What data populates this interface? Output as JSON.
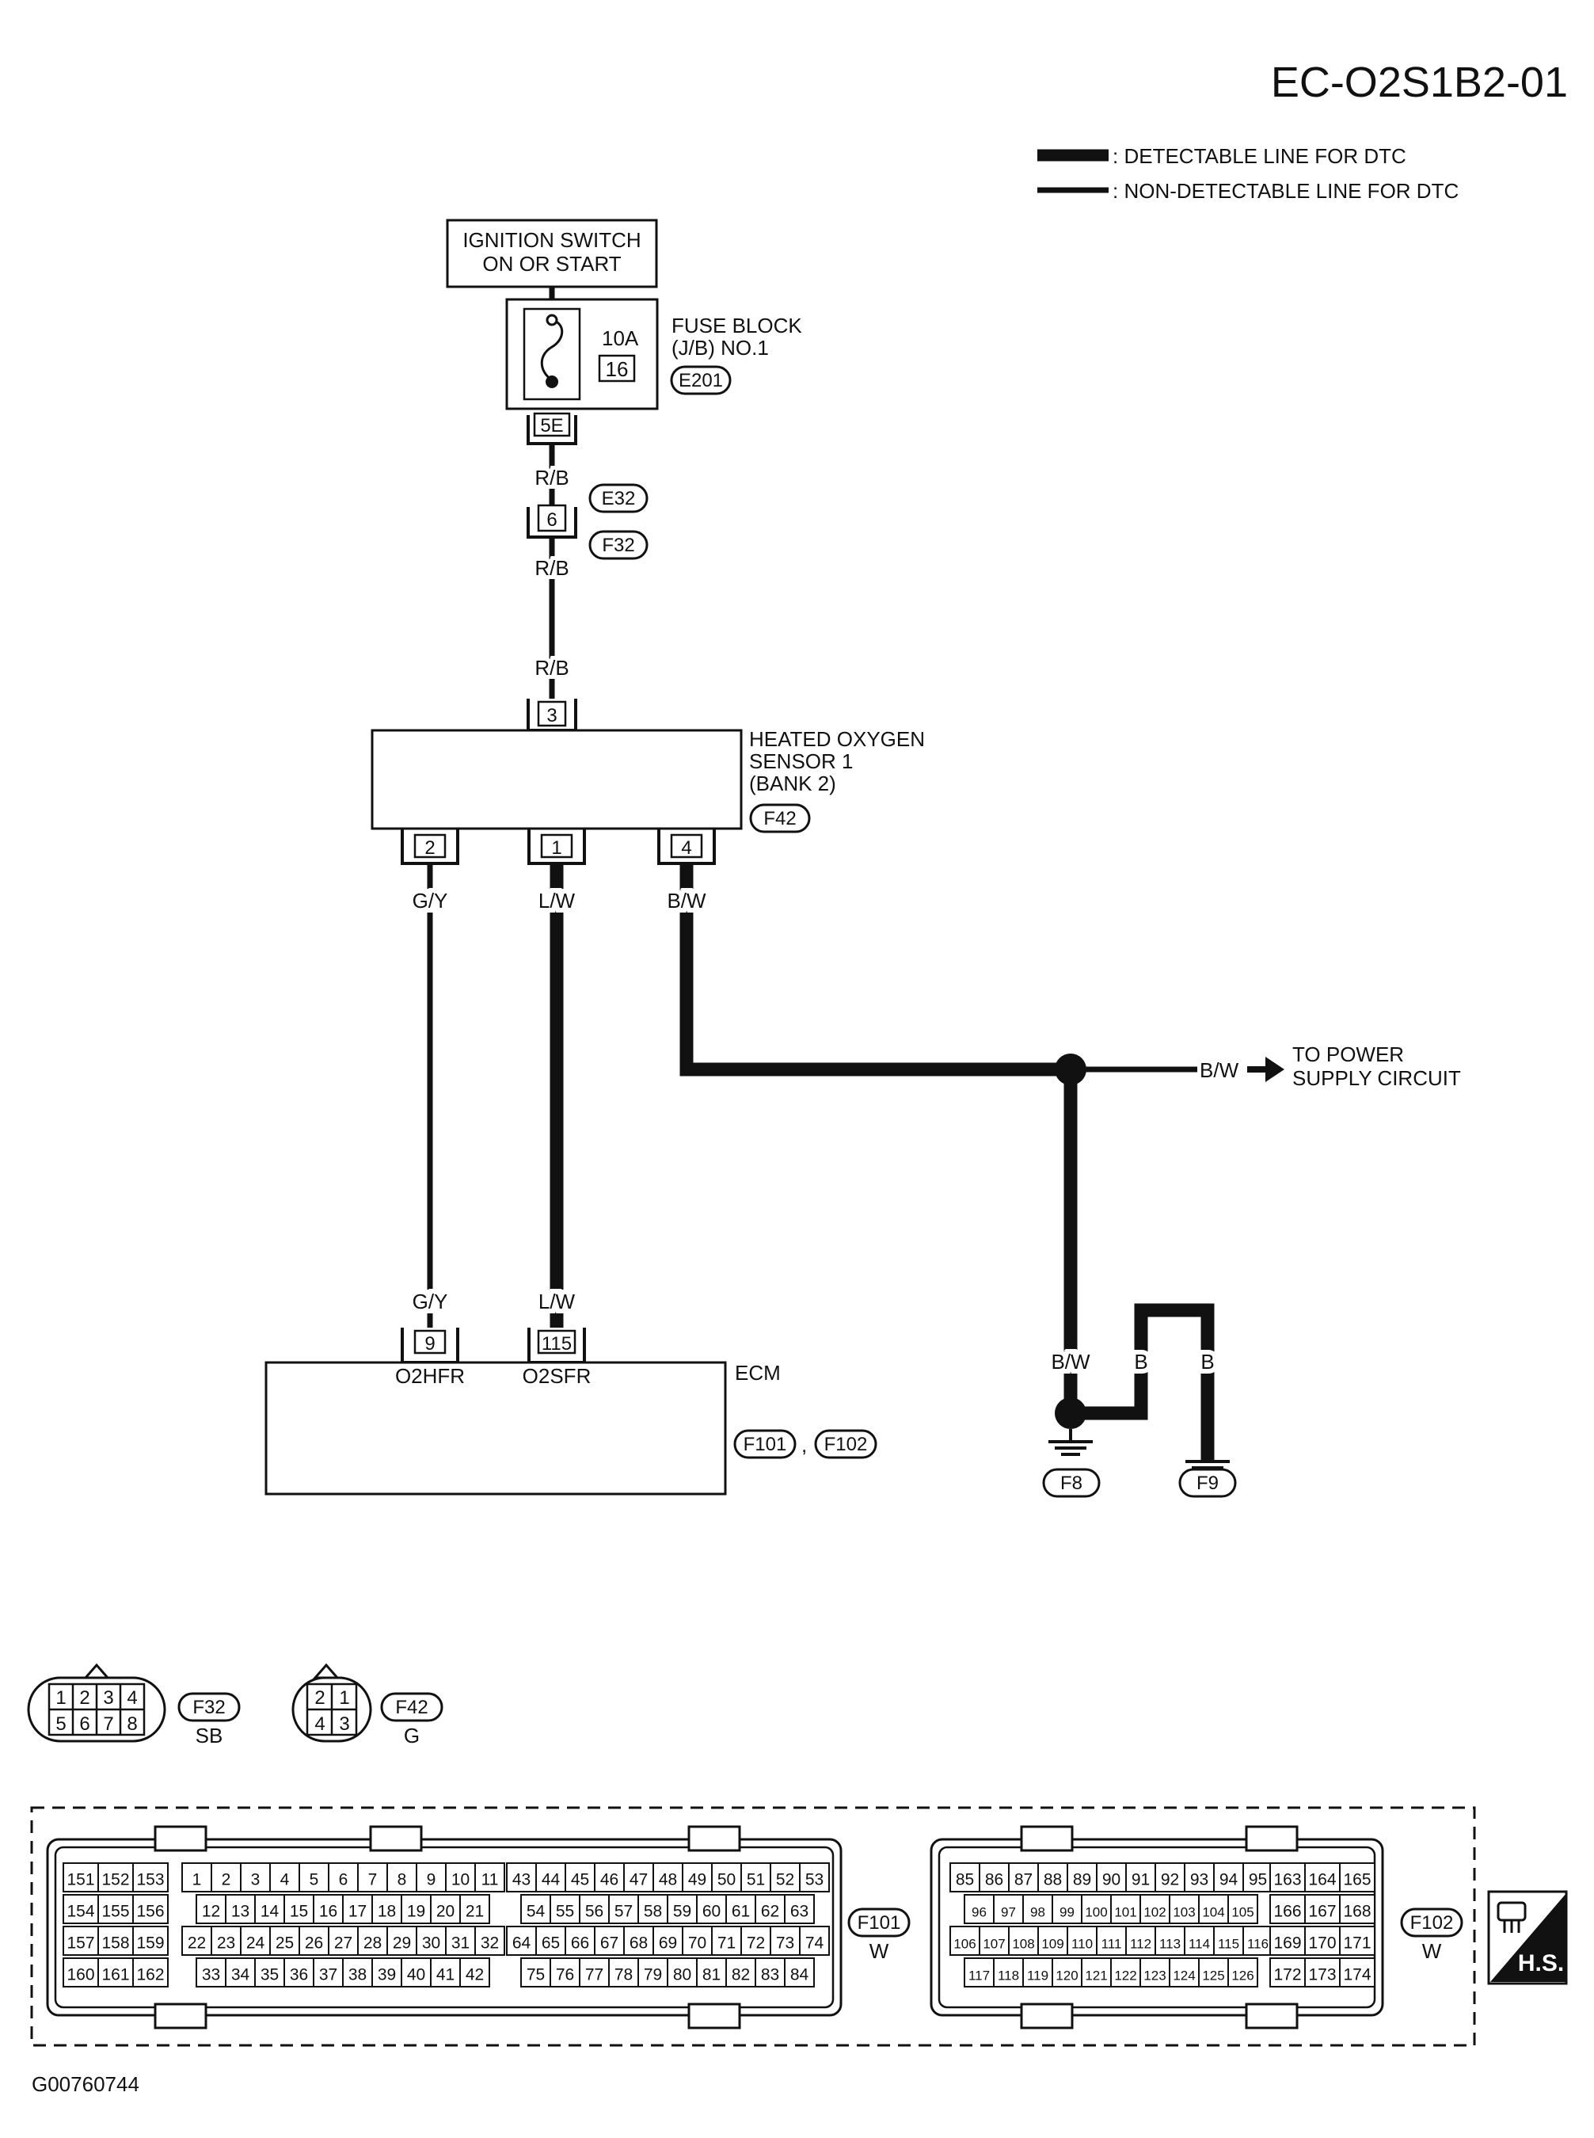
{
  "page_title": "EC-O2S1B2-01",
  "legend": {
    "detectable": ": DETECTABLE LINE FOR DTC",
    "non_detectable": ": NON-DETECTABLE LINE FOR DTC"
  },
  "ignition": {
    "line1": "IGNITION SWITCH",
    "line2": "ON OR START"
  },
  "fuse_block": {
    "line1": "FUSE BLOCK",
    "line2": "(J/B) NO.1",
    "connector": "E201",
    "amp": "10A",
    "fuse_no": "16",
    "terminal": "5E"
  },
  "wire_rb": "R/B",
  "joint": {
    "pin": "6",
    "conn_upper": "E32",
    "conn_lower": "F32"
  },
  "sensor": {
    "line1": "HEATED OXYGEN",
    "line2": "SENSOR 1",
    "line3": "(BANK 2)",
    "connector": "F42",
    "pin_top": "3",
    "pin_heater": "2",
    "pin_signal": "1",
    "pin_ground": "4"
  },
  "wires": {
    "gy": "G/Y",
    "lw": "L/W",
    "bw": "B/W",
    "b": "B"
  },
  "power_supply": {
    "line1": "TO POWER",
    "line2": "SUPPLY CIRCUIT"
  },
  "ecm": {
    "label": "ECM",
    "connectors": [
      "F101",
      "F102"
    ],
    "sep": ",",
    "pin_heater": "9",
    "pin_heater_name": "O2HFR",
    "pin_signal": "115",
    "pin_signal_name": "O2SFR"
  },
  "grounds": [
    "F8",
    "F9"
  ],
  "conn_f32": {
    "id": "F32",
    "color": "SB",
    "top": [
      "1",
      "2",
      "3",
      "4"
    ],
    "bottom": [
      "5",
      "6",
      "7",
      "8"
    ]
  },
  "conn_f42": {
    "id": "F42",
    "color": "G",
    "top": [
      "2",
      "1"
    ],
    "bottom": [
      "4",
      "3"
    ]
  },
  "conn_f101": {
    "id": "F101",
    "color": "W",
    "left_block": [
      [
        "151",
        "152",
        "153"
      ],
      [
        "154",
        "155",
        "156"
      ],
      [
        "157",
        "158",
        "159"
      ],
      [
        "160",
        "161",
        "162"
      ]
    ],
    "row1a": [
      "1",
      "2",
      "3",
      "4",
      "5",
      "6",
      "7",
      "8",
      "9",
      "10",
      "11"
    ],
    "row2a": [
      "12",
      "13",
      "14",
      "15",
      "16",
      "17",
      "18",
      "19",
      "20",
      "21"
    ],
    "row3a": [
      "22",
      "23",
      "24",
      "25",
      "26",
      "27",
      "28",
      "29",
      "30",
      "31",
      "32"
    ],
    "row4a": [
      "33",
      "34",
      "35",
      "36",
      "37",
      "38",
      "39",
      "40",
      "41",
      "42"
    ],
    "row1b": [
      "43",
      "44",
      "45",
      "46",
      "47",
      "48",
      "49",
      "50",
      "51",
      "52",
      "53"
    ],
    "row2b": [
      "54",
      "55",
      "56",
      "57",
      "58",
      "59",
      "60",
      "61",
      "62",
      "63"
    ],
    "row3b": [
      "64",
      "65",
      "66",
      "67",
      "68",
      "69",
      "70",
      "71",
      "72",
      "73",
      "74"
    ],
    "row4b": [
      "75",
      "76",
      "77",
      "78",
      "79",
      "80",
      "81",
      "82",
      "83",
      "84"
    ]
  },
  "conn_f102": {
    "id": "F102",
    "color": "W",
    "row1": [
      "85",
      "86",
      "87",
      "88",
      "89",
      "90",
      "91",
      "92",
      "93",
      "94",
      "95"
    ],
    "row2": [
      "96",
      "97",
      "98",
      "99",
      "100",
      "101",
      "102",
      "103",
      "104",
      "105"
    ],
    "row3": [
      "106",
      "107",
      "108",
      "109",
      "110",
      "111",
      "112",
      "113",
      "114",
      "115",
      "116"
    ],
    "row4": [
      "117",
      "118",
      "119",
      "120",
      "121",
      "122",
      "123",
      "124",
      "125",
      "126"
    ],
    "right_block": [
      [
        "163",
        "164",
        "165"
      ],
      [
        "166",
        "167",
        "168"
      ],
      [
        "169",
        "170",
        "171"
      ],
      [
        "172",
        "173",
        "174"
      ]
    ]
  },
  "hs_badge": "H.S.",
  "figure_id": "G00760744"
}
